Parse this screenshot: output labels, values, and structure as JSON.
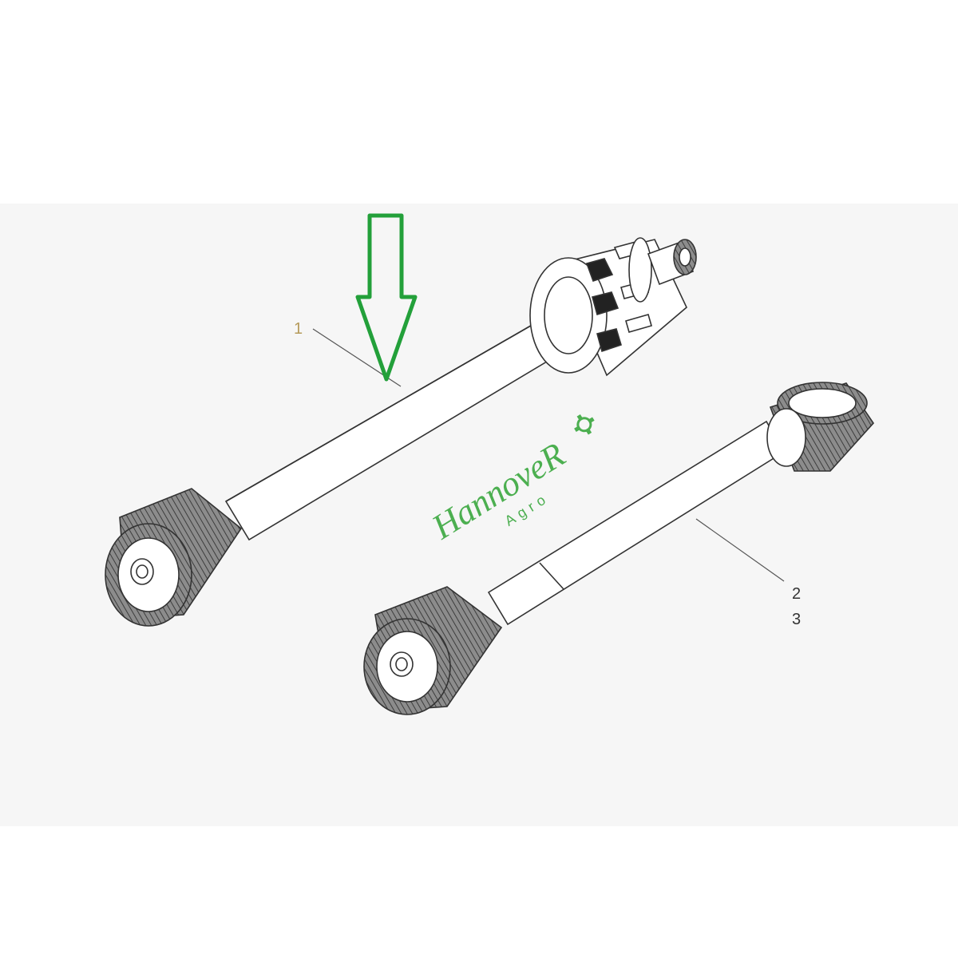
{
  "callouts": [
    {
      "id": "1",
      "color": "#b59a5a"
    },
    {
      "id": "2",
      "color": "#333333"
    },
    {
      "id": "3",
      "color": "#333333"
    }
  ],
  "watermark": {
    "brand": "HannoveR",
    "sub": "Agro",
    "color": "#4caf50"
  },
  "arrow_color": "#23a03a",
  "icons": [
    "down-arrow-icon",
    "gear-icon"
  ]
}
